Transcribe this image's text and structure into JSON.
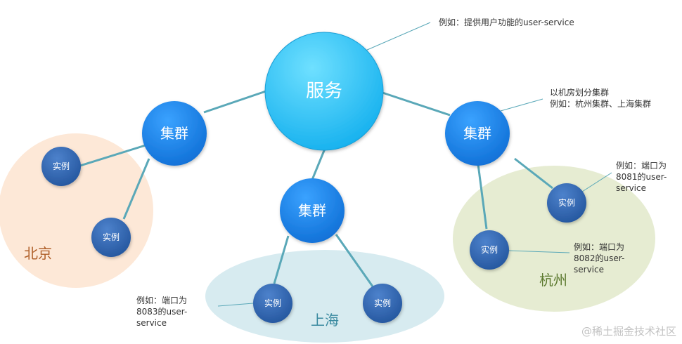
{
  "regions": {
    "beijing": "北京",
    "shanghai": "上海",
    "hangzhou": "杭州"
  },
  "nodes": {
    "service": "服务",
    "cluster_beijing": "集群",
    "cluster_shanghai": "集群",
    "cluster_hangzhou": "集群",
    "instance_bj_1": "实例",
    "instance_bj_2": "实例",
    "instance_sh_1": "实例",
    "instance_sh_2": "实例",
    "instance_hz_1": "实例",
    "instance_hz_2": "实例"
  },
  "annotations": {
    "service_note": "例如：提供用户功能的user-service",
    "cluster_note": "以机房划分集群\n例如：杭州集群、上海集群",
    "instance_hz_1_note": "例如：端口为\n8081的user-\nservice",
    "instance_hz_2_note": "例如：端口为\n8082的user-\nservice",
    "instance_sh_1_note": "例如：端口为\n8083的user-\nservice"
  },
  "watermark": "@稀土掘金技术社区",
  "colors": {
    "service_fill": "#2cc4f5",
    "cluster_fill": "#1a84e8",
    "instance_fill": "#2f63ad",
    "edge": "#5aa8b8",
    "beijing_region": "#fde8d7",
    "shanghai_region": "#d7ebf0",
    "hangzhou_region": "#e6ecd2",
    "beijing_text": "#b0602a",
    "shanghai_text": "#3a8aa0",
    "hangzhou_text": "#5d7a30"
  }
}
